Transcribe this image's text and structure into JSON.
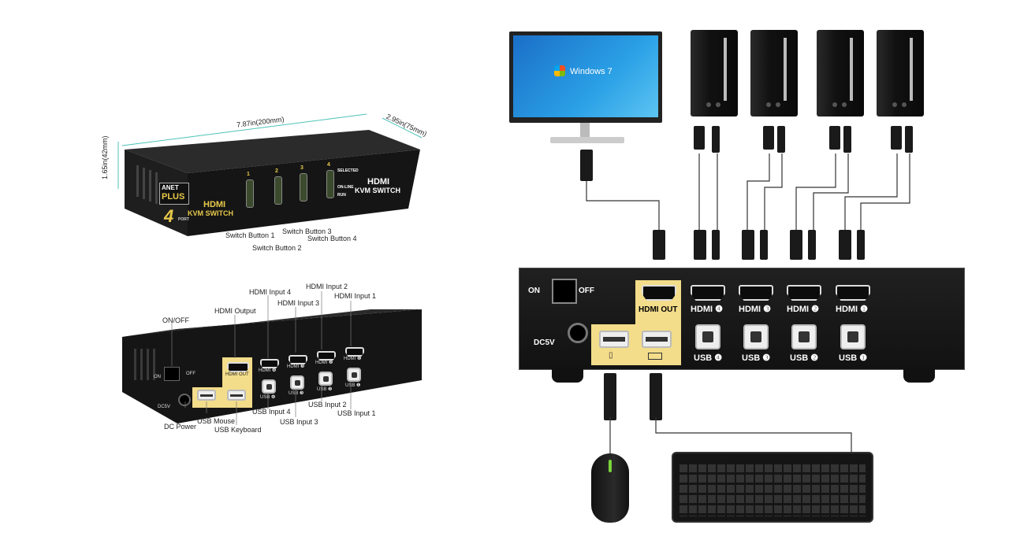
{
  "dimensions": {
    "width": "7.87in(200mm)",
    "depth": "2.95in(75mm)",
    "height": "1.65in(42mm)"
  },
  "front": {
    "brand_line1": "ANET",
    "brand_line2": "PLUS",
    "port_count": "4",
    "port_word": "PORT",
    "product_line1": "HDMI",
    "product_line2": "KVM SWITCH",
    "right_line1": "HDMI",
    "right_line2": "KVM SWITCH",
    "button_numbers": [
      "1",
      "2",
      "3",
      "4"
    ],
    "led_selected": "SELECTED",
    "led_online": "ON-LINE",
    "led_run": "RUN",
    "callouts": [
      "Switch Button 1",
      "Switch Button 2",
      "Switch Button 3",
      "Switch Button 4"
    ]
  },
  "back_small": {
    "callouts": {
      "on_off": "ON/OFF",
      "hdmi_output": "HDMI Output",
      "hdmi_input_4": "HDMI Input 4",
      "hdmi_input_3": "HDMI Input 3",
      "hdmi_input_2": "HDMI Input 2",
      "hdmi_input_1": "HDMI Input 1",
      "dc_power": "DC Power",
      "usb_mouse": "USB Mouse",
      "usb_keyboard": "USB Keyboard",
      "usb_input_4": "USB Input 4",
      "usb_input_3": "USB Input 3",
      "usb_input_2": "USB Input 2",
      "usb_input_1": "USB Input 1"
    },
    "panel": {
      "on": "ON",
      "off": "OFF",
      "dc": "DC5V",
      "hdmi_out": "HDMI OUT",
      "hdmi_ports": [
        "HDMI ❹",
        "HDMI ❸",
        "HDMI ❷",
        "HDMI ❶"
      ],
      "usb_ports": [
        "USB ❹",
        "USB ❸",
        "USB ❷",
        "USB ❶"
      ]
    }
  },
  "back_large": {
    "on": "ON",
    "off": "OFF",
    "dc": "DC5V",
    "hdmi_out": "HDMI OUT",
    "hdmi_ports": [
      "HDMI ❹",
      "HDMI ❸",
      "HDMI ❷",
      "HDMI ❶"
    ],
    "usb_ports": [
      "USB ❹",
      "USB ❸",
      "USB ❷",
      "USB ❶"
    ]
  },
  "monitor": {
    "os_label": "Windows 7"
  },
  "colors": {
    "highlight": "#f3dc8a",
    "device": "#1b1b1b",
    "screen": "#2aa0e6"
  }
}
